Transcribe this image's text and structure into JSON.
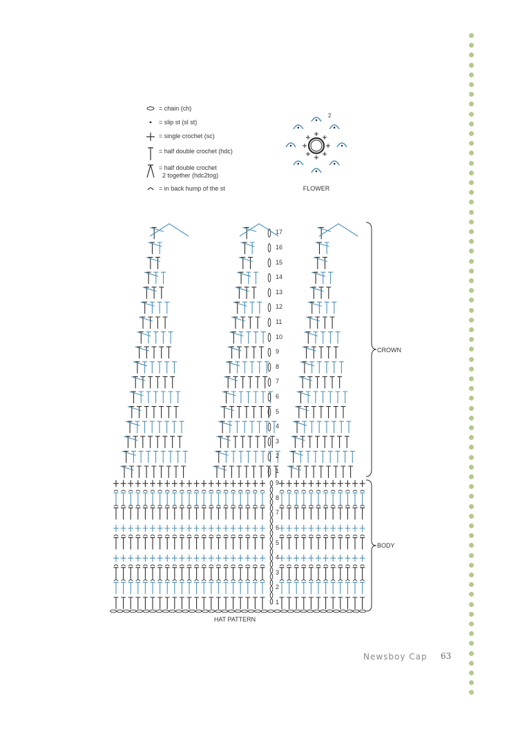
{
  "legend": [
    {
      "icon": "chain-icon",
      "text": "= chain (ch)"
    },
    {
      "icon": "slip-stitch-icon",
      "text": "= slip st (sl st)"
    },
    {
      "icon": "single-crochet-icon",
      "text": "= single crochet (sc)"
    },
    {
      "icon": "half-double-crochet-icon",
      "text": "= half double crochet (hdc)"
    },
    {
      "icon": "hdc2tog-icon",
      "text": "= half double crochet",
      "text2": "2 together (hdc2tog)"
    },
    {
      "icon": "back-hump-icon",
      "text": "= in back hump of the st"
    }
  ],
  "flower": {
    "label": "FLOWER",
    "round_marker": "2"
  },
  "chart": {
    "title": "HAT PATTERN",
    "crown_label": "CROWN",
    "body_label": "BODY",
    "crown_rows": [
      "1",
      "2",
      "3",
      "4",
      "5",
      "6",
      "7",
      "8",
      "9",
      "10",
      "11",
      "12",
      "13",
      "14",
      "15",
      "16",
      "17"
    ],
    "body_rows": [
      "1",
      "2",
      "3",
      "4",
      "5",
      "6",
      "7",
      "8",
      "9"
    ]
  },
  "footer": {
    "title": "Newsboy Cap",
    "page": "63"
  },
  "colors": {
    "blue": "#4a90b8",
    "black": "#2b2b2b",
    "dot_green": "#b4c98a"
  }
}
